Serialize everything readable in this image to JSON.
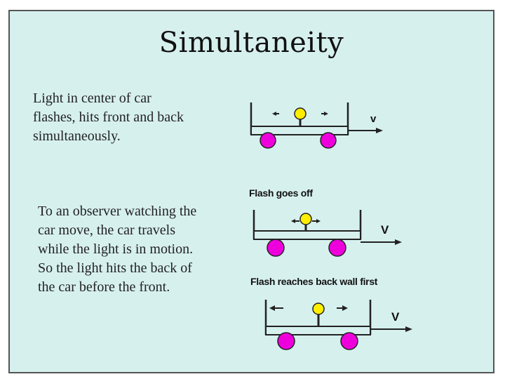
{
  "slide": {
    "title": "Simultaneity",
    "paragraph_1": "Light in center of car\nflashes, hits front and back\nsimultaneously.",
    "paragraph_2": "To an observer watching the\ncar move, the car travels\nwhile the light is in motion.\nSo the light hits the back of\nthe car before the front.",
    "caption_1": "Flash goes off",
    "caption_2": "Flash reaches back wall first",
    "velocity_label": "v",
    "velocity_label_upper": "V"
  },
  "colors": {
    "background": "#d6f0ee",
    "wheel": "#ee00dd",
    "light_bulb": "#ffee00",
    "car_outline": "#222222"
  }
}
